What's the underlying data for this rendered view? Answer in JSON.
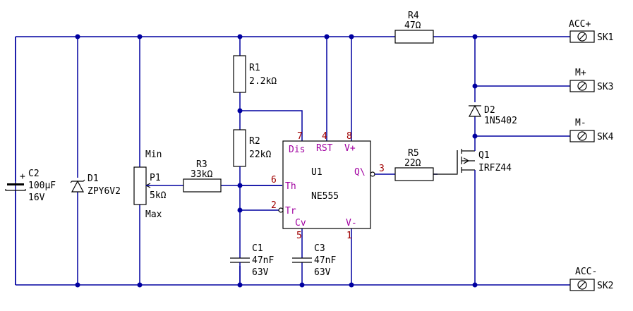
{
  "components": {
    "C2": {
      "ref": "C2",
      "value": "100µF",
      "rating": "16V"
    },
    "D1": {
      "ref": "D1",
      "value": "ZPY6V2"
    },
    "P1": {
      "ref": "P1",
      "value": "5kΩ",
      "min": "Min",
      "max": "Max"
    },
    "R3": {
      "ref": "R3",
      "value": "33kΩ"
    },
    "R1": {
      "ref": "R1",
      "value": "2.2kΩ"
    },
    "R2": {
      "ref": "R2",
      "value": "22kΩ"
    },
    "C1": {
      "ref": "C1",
      "value": "47nF",
      "rating": "63V"
    },
    "C3": {
      "ref": "C3",
      "value": "47nF",
      "rating": "63V"
    },
    "U1": {
      "ref": "U1",
      "value": "NE555",
      "pins": {
        "dis": "Dis",
        "rst": "RST",
        "vp": "V+",
        "th": "Th",
        "tr": "Tr",
        "cv": "Cv",
        "vm": "V-",
        "q": "Q\\"
      },
      "pin_numbers": {
        "dis": "7",
        "rst": "4",
        "vp": "8",
        "th": "6",
        "tr": "2",
        "cv": "5",
        "vm": "1",
        "q": "3"
      }
    },
    "R4": {
      "ref": "R4",
      "value": "47Ω"
    },
    "R5": {
      "ref": "R5",
      "value": "22Ω"
    },
    "Q1": {
      "ref": "Q1",
      "value": "IRFZ44"
    },
    "D2": {
      "ref": "D2",
      "value": "1N5402"
    },
    "SK1": {
      "ref": "SK1",
      "net": "ACC+"
    },
    "SK3": {
      "ref": "SK3",
      "net": "M+"
    },
    "SK4": {
      "ref": "SK4",
      "net": "M-"
    },
    "SK2": {
      "ref": "SK2",
      "net": "ACC-"
    }
  }
}
